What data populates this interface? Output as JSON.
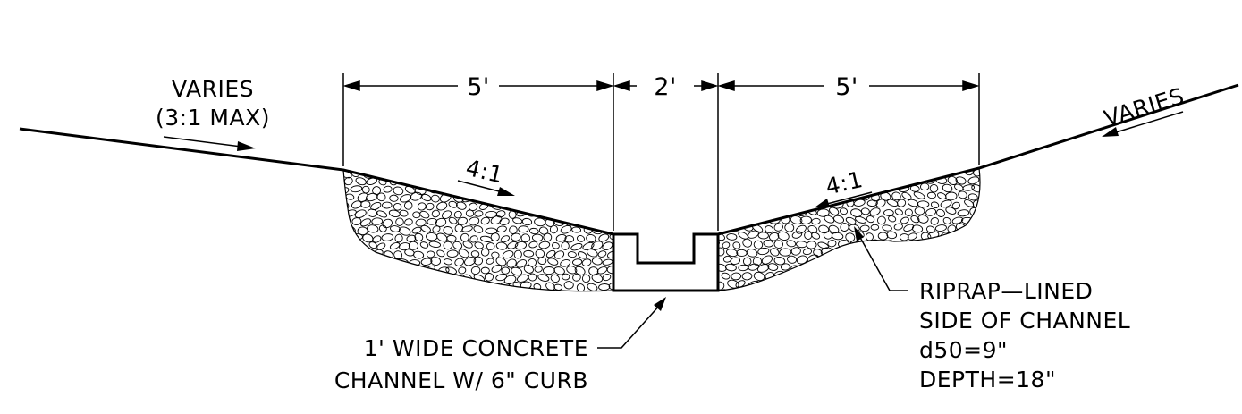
{
  "colors": {
    "ink": "#000000",
    "paper": "#ffffff"
  },
  "dimensions": {
    "left_width": "5'",
    "center_width": "2'",
    "right_width": "5'"
  },
  "labels": {
    "left_slope_line1": "VARIES",
    "left_slope_line2": "(3:1 MAX)",
    "right_slope": "VARIES",
    "left_side_slope": "4:1",
    "right_side_slope": "4:1",
    "concrete_line1": "1' WIDE CONCRETE",
    "concrete_line2": "CHANNEL W/ 6\" CURB",
    "riprap_line1": "RIPRAP—LINED",
    "riprap_line2": "SIDE OF CHANNEL",
    "riprap_line3": "d50=9\"",
    "riprap_line4": "DEPTH=18\""
  }
}
